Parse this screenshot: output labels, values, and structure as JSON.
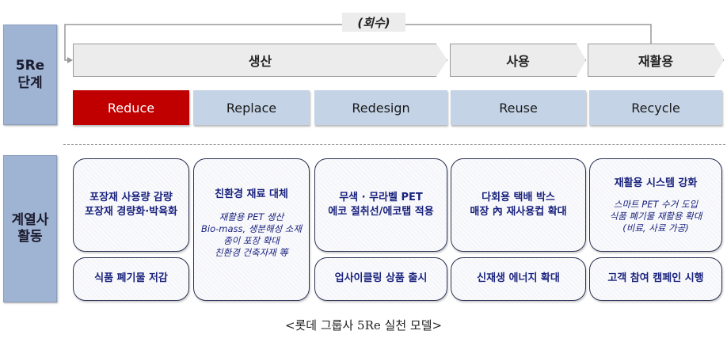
{
  "loop_label": "(회수)",
  "side_labels": {
    "stages": "5Re\n단계",
    "activities": "계열사\n활동"
  },
  "phases": [
    "생산",
    "사용",
    "재활용"
  ],
  "stages": [
    {
      "label": "Reduce",
      "highlight": true
    },
    {
      "label": "Replace"
    },
    {
      "label": "Redesign"
    },
    {
      "label": "Reuse"
    },
    {
      "label": "Recycle"
    }
  ],
  "activities": {
    "reduce": {
      "top": [
        "포장재 사용량 감량",
        "포장재 경량화·박육화"
      ],
      "bottom": "식품 폐기물 저감"
    },
    "replace": {
      "title": "친환경 재료 대체",
      "details": [
        "재활용 PET  생산",
        "Bio-mass, 생분해성 소재",
        "종이 포장  확대",
        "친환경 건축자재 等"
      ]
    },
    "redesign": {
      "top": [
        "무색 · 무라벨 PET",
        "에코 절취선/에코탭 적용"
      ],
      "bottom": "업사이클링 상품 출시"
    },
    "reuse": {
      "top": [
        "다회용 택배 박스",
        "매장 內 재사용컵 확대"
      ],
      "bottom": "신재생 에너지 확대"
    },
    "recycle": {
      "title": "재활용 시스템 강화",
      "details": [
        "스마트 PET 수거  도입",
        "식품 폐기물 재활용 확대",
        "(비료, 사료 가공)"
      ],
      "bottom": "고객 참여 캠페인 시행"
    }
  },
  "caption": "<롯데 그룹사 5Re 실천 모델>",
  "colors": {
    "highlight": "#c00000",
    "stage": "#c4d3e6",
    "side": "#9fb3d3",
    "text": "#1a237e"
  }
}
